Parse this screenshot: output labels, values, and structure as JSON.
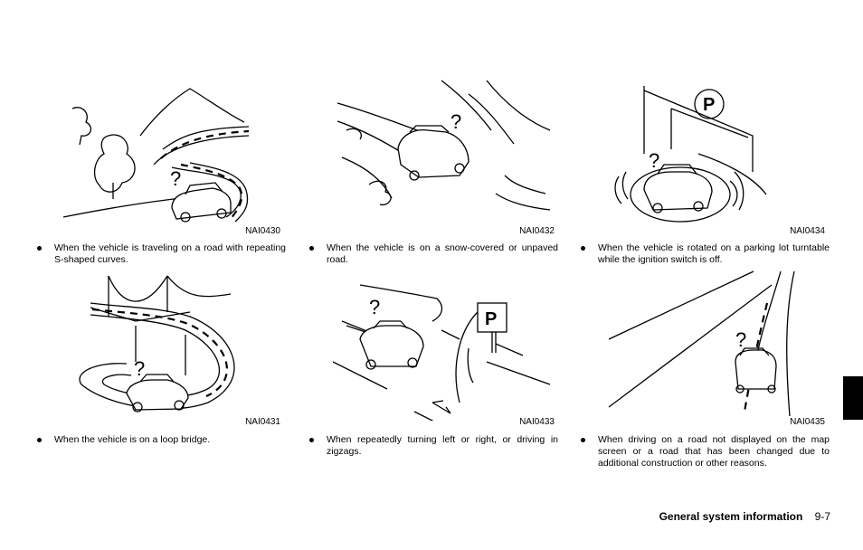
{
  "figures": [
    {
      "code": "NAI0430",
      "caption": "When the vehicle is traveling on a road with repeating S-shaped curves."
    },
    {
      "code": "NAI0432",
      "caption": "When the vehicle is on a snow-covered or unpaved road."
    },
    {
      "code": "NAI0434",
      "caption": "When the vehicle is rotated on a parking lot turntable while the ignition switch is off."
    },
    {
      "code": "NAI0431",
      "caption": "When the vehicle is on a loop bridge."
    },
    {
      "code": "NAI0433",
      "caption": "When repeatedly turning left or right, or driving in zigzags."
    },
    {
      "code": "NAI0435",
      "caption": "When driving on a road not displayed on the map screen or a road that has been changed due to additional construction or other reasons."
    }
  ],
  "illustration_glyphs": {
    "question": "?",
    "parking": "P"
  },
  "footer": {
    "section_title": "General system information",
    "page_number": "9-7"
  }
}
